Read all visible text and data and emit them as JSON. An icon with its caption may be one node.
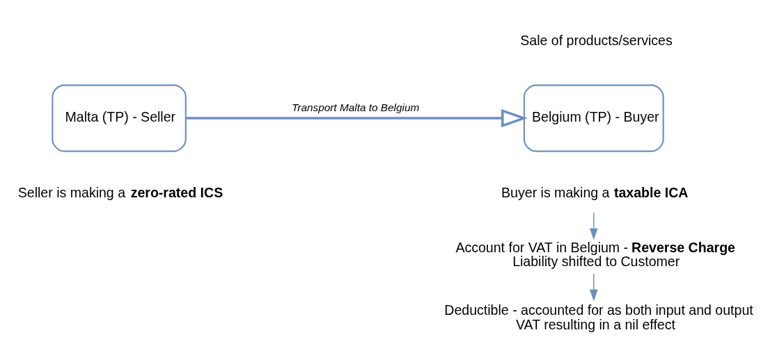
{
  "diagram": {
    "nodes": [
      {
        "text": [
          "Malta (TP) - Seller"
        ],
        "beside": [
          "Seller is making a **zero-rated ICS**"
        ]
      },
      {
        "text": [
          "Belgium (TP) - Buyer"
        ]
      },
      {
        "text": [
          "Buyer is making a **taxable ICA**"
        ]
      },
      {
        "text": [
          "Account for VAT in Belgium - **Reverse Charge** Liability shifted to Customer"
        ]
      },
      {
        "text": [
          "Deductible - accounted for as both input and output VAT resulting in a nil effect"
        ]
      }
    ],
    "edges": [
      {
        "from": 0,
        "to": 1,
        "arrow": "to",
        "label": "Transport Malta to Belgium",
        "style": "thick"
      },
      {
        "from": 2,
        "to": 3,
        "arrow": "to"
      },
      {
        "from": 3,
        "to": 4,
        "arrow": "to"
      }
    ],
    "labels": [
      "Sale of products/services"
    ]
  }
}
